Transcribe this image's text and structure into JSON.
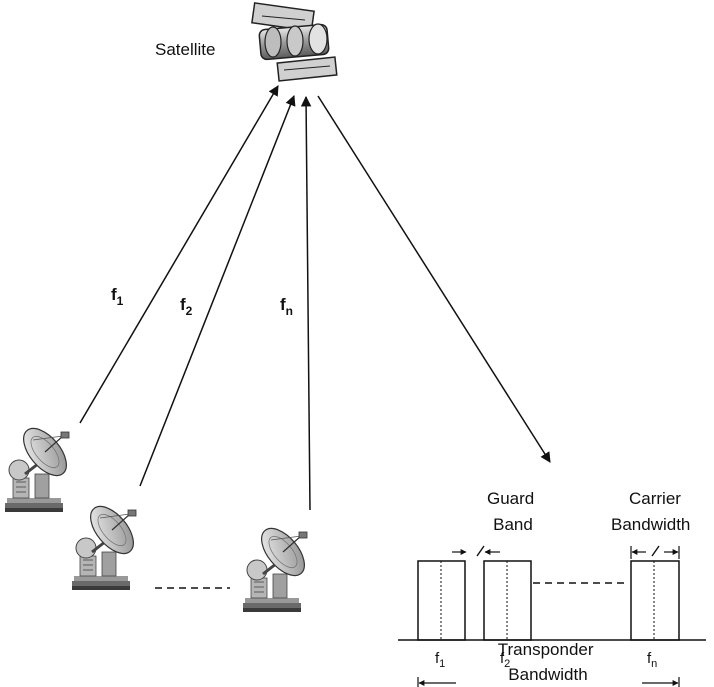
{
  "satellite": {
    "label": "Satellite"
  },
  "uplinks": [
    {
      "main": "f",
      "sub": "1"
    },
    {
      "main": "f",
      "sub": "2"
    },
    {
      "main": "f",
      "sub": "n"
    }
  ],
  "spectrum": {
    "guard_band": [
      "Guard",
      "Band"
    ],
    "carrier_bandwidth": [
      "Carrier",
      "Bandwidth"
    ],
    "transponder_bandwidth": [
      "Transponder",
      "Bandwidth"
    ],
    "carrier_labels": [
      {
        "main": "f",
        "sub": "1"
      },
      {
        "main": "f",
        "sub": "2"
      },
      {
        "main": "f",
        "sub": "n"
      }
    ]
  }
}
